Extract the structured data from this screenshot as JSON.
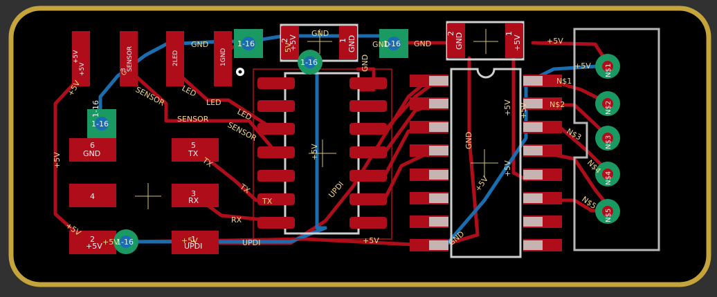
{
  "nets": {
    "gnd": "GND",
    "p5v": "+5V",
    "led": "LED",
    "sensor": "SENSOR",
    "tx": "TX",
    "rx": "RX",
    "updi": "UPDI",
    "n1": "N$1",
    "n2": "N$2",
    "n3": "N$3",
    "n4": "N$4",
    "n5": "N$5"
  },
  "vias": {
    "v1": "1-16",
    "v2": "1-16",
    "v3": "1-16",
    "v4": "1-16",
    "v5": "1-16",
    "v6": "+5V",
    "v7": "1-16"
  },
  "header_pads": {
    "p6_num": "6",
    "p6_name": "GND",
    "p5_num": "5",
    "p5_name": "TX",
    "p4_num": "4",
    "p3_num": "3",
    "p3_name": "RX",
    "p2_num": "2",
    "p2_name": "+5V",
    "p1_num": "1",
    "p1_name": "UPDI"
  },
  "top_pads": {
    "a_text": "+5V",
    "a_sub": "+5V",
    "b_text": "SENSOR",
    "b_sub": "3",
    "c_text": "2LED",
    "d_text": "1GND"
  },
  "regulator": {
    "p2_text": "2",
    "p2_sub": "+5V",
    "p2_extra": "5V",
    "p1_text": "1",
    "p1_sub": "GND"
  },
  "cap": {
    "p2_text": "2",
    "p2_sub": "GND",
    "p1_text": "1",
    "p1_sub": "+5V"
  },
  "misc": {
    "ic_label": "+5V",
    "gnd_short": "G",
    "mid_gnd": "GND",
    "mid_p5v": "+5V",
    "mid_p5v2": "+5V",
    "pin_sep": "N$"
  }
}
